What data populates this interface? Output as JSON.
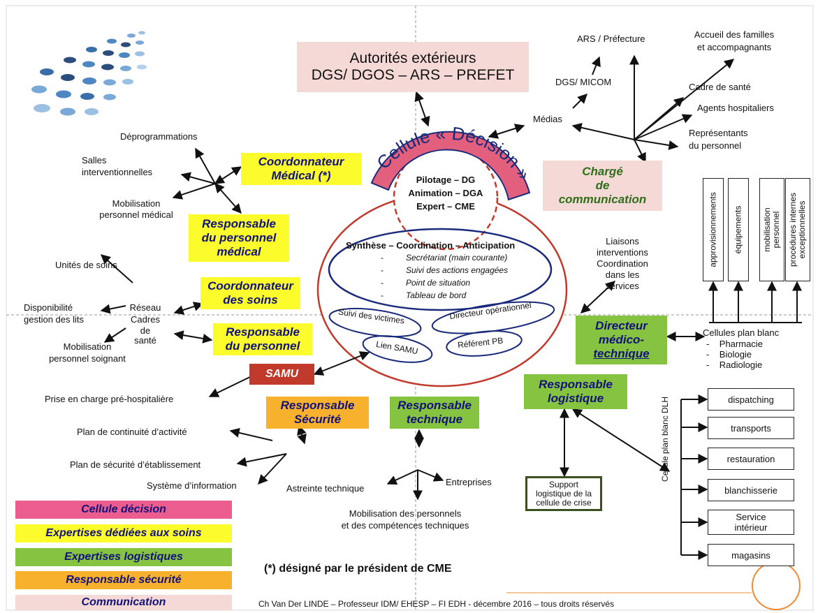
{
  "top": {
    "autorites_line1": "Autorités  extérieurs",
    "autorites_line2": "DGS/ DGOS – ARS – PREFET"
  },
  "decision": {
    "arc_title": "Cellule « Décision »",
    "inner_line1": "Pilotage – DG",
    "inner_line2": "Animation – DGA",
    "inner_line3": "Expert – CME"
  },
  "synthese": {
    "title": "Synthèse – Coordination – Anticipation",
    "items": [
      "Secrétariat (main courante)",
      "Suivi des actions engagées",
      "Point de situation",
      "Tableau de bord"
    ],
    "bullet": "-"
  },
  "small_ovals": {
    "suivi": "Suivi des victimes",
    "directeur": "Directeur opérationnel",
    "lien": "Lien SAMU",
    "referent": "Référent PB"
  },
  "roles": {
    "coord_medical_1": "Coordonnateur",
    "coord_medical_2": "Médical  (*)",
    "resp_med_1": "Responsable",
    "resp_med_2": "du personnel",
    "resp_med_3": "médical",
    "coord_soins_1": "Coordonnateur",
    "coord_soins_2": "des soins",
    "resp_pers_1": "Responsable",
    "resp_pers_2": "du personnel",
    "samu": "SAMU",
    "charge_1": "Chargé",
    "charge_2": "de",
    "charge_3": "communication",
    "dir_med_1": "Directeur",
    "dir_med_2": "médico-",
    "dir_med_3": "technique",
    "resp_log_1": "Responsable",
    "resp_log_2": "logistique",
    "resp_secu_1": "Responsable",
    "resp_secu_2": "Sécurité",
    "resp_tech_1": "Responsable",
    "resp_tech_2": "technique"
  },
  "left_labels": {
    "deprog": "Déprogrammations",
    "salles_1": "Salles",
    "salles_2": "interventionnelles",
    "mobil_med_1": "Mobilisation",
    "mobil_med_2": "personnel médical",
    "unites": "Unités de soins",
    "dispo_1": "Disponibilité",
    "dispo_2": "gestion des lits",
    "reseau_1": "Réseau",
    "reseau_2": "Cadres",
    "reseau_3": "de",
    "reseau_4": "santé",
    "mobil_soi_1": "Mobilisation",
    "mobil_soi_2": "personnel soignant",
    "prise": "Prise en charge pré-hospitalière",
    "plan_cont": "Plan de continuité d’activité",
    "plan_secu": "Plan de sécurité d’établissement",
    "systeme": "Système d’information"
  },
  "right_labels": {
    "ars": "ARS / Préfecture",
    "accueil_1": "Accueil des familles",
    "accueil_2": "et accompagnants",
    "dgs": "DGS/ MICOM",
    "cadre": "Cadre de santé",
    "medias": "Médias",
    "agents": "Agents hospitaliers",
    "repr_1": "Représentants",
    "repr_2": "du personnel",
    "liaisons_1": "Liaisons",
    "liaisons_2": "interventions",
    "liaisons_3": "Coordination",
    "liaisons_4": "dans les",
    "liaisons_5": "services",
    "cellules_title": "Cellules plan blanc",
    "cellules_items": [
      "Pharmacie",
      "Biologie",
      "Radiologie"
    ],
    "vertical_boxes": [
      "approvisionnements",
      "équipements",
      "mobilisation\npersonnel",
      "procédures internes\nexceptionnelles"
    ]
  },
  "tech": {
    "astreinte": "Astreinte technique",
    "entreprises": "Entreprises",
    "mobil_1": "Mobilisation des personnels",
    "mobil_2": "et des compétences techniques"
  },
  "logistics": {
    "support_1": "Support",
    "support_2": "logistique de la",
    "support_3": "cellule de crise",
    "dlh_label": "Cellule plan blanc DLH",
    "boxes": [
      "dispatching",
      "transports",
      "restauration",
      "blanchisserie",
      "Service\nintérieur",
      "magasins"
    ]
  },
  "legend": {
    "items": [
      "Cellule décision",
      "Expertises dédiées aux soins",
      "Expertises logistiques",
      "Responsable sécurité",
      "Communication"
    ]
  },
  "footnote": "(*) désigné par le président de CME",
  "footer": "Ch Van Der LINDE – Professeur IDM/ EHESP – FI  EDH - décembre  2016 – tous droits réservés",
  "colors": {
    "decision": "#ea5d8e",
    "soins": "#fcfc2c",
    "logistique": "#86c340",
    "securite": "#f7b12c",
    "communication": "#f5d9d6",
    "samu": "#c0392b",
    "oval_blue": "#1a2a7a",
    "ring_red": "#c0392b"
  }
}
